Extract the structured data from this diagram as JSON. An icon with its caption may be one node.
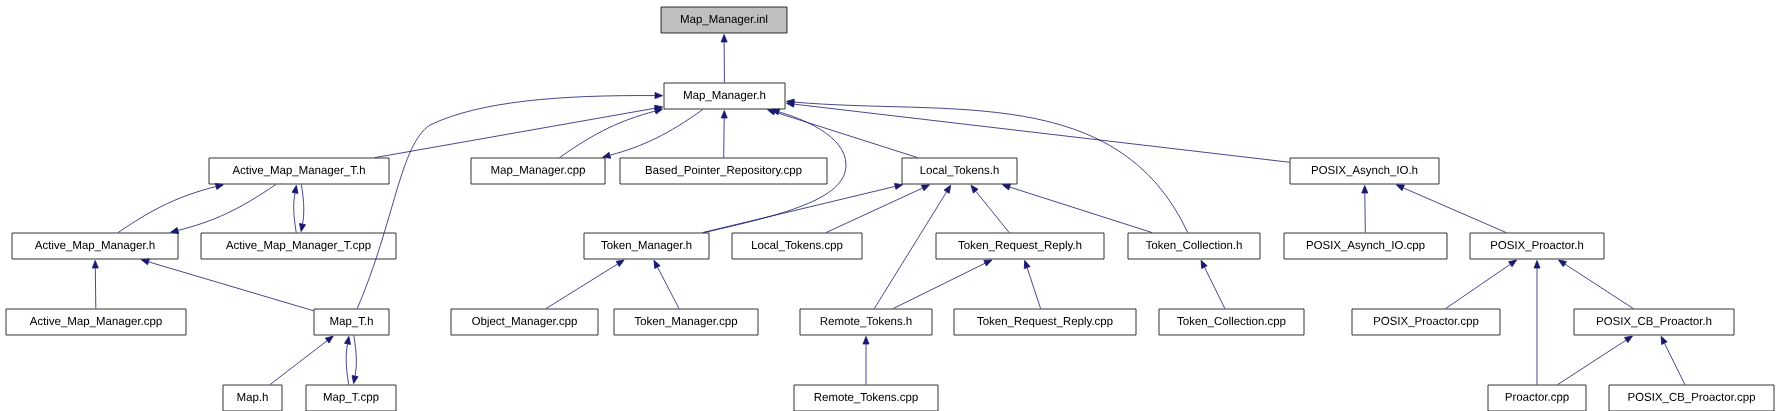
{
  "diagram": {
    "nodes": [
      {
        "text": [
          "Map_Manager.inl"
        ]
      },
      {
        "text": [
          "Map_Manager.h"
        ]
      },
      {
        "text": [
          "Active_Map_Manager_T.h"
        ]
      },
      {
        "text": [
          "Map_Manager.cpp"
        ]
      },
      {
        "text": [
          "Based_Pointer_Repository.cpp"
        ]
      },
      {
        "text": [
          "Local_Tokens.h"
        ]
      },
      {
        "text": [
          "POSIX_Asynch_IO.h"
        ]
      },
      {
        "text": [
          "Active_Map_Manager.h"
        ]
      },
      {
        "text": [
          "Active_Map_Manager_T.cpp"
        ]
      },
      {
        "text": [
          "Token_Manager.h"
        ]
      },
      {
        "text": [
          "Local_Tokens.cpp"
        ]
      },
      {
        "text": [
          "Token_Request_Reply.h"
        ]
      },
      {
        "text": [
          "Token_Collection.h"
        ]
      },
      {
        "text": [
          "POSIX_Asynch_IO.cpp"
        ]
      },
      {
        "text": [
          "POSIX_Proactor.h"
        ]
      },
      {
        "text": [
          "Active_Map_Manager.cpp"
        ]
      },
      {
        "text": [
          "Map_T.h"
        ]
      },
      {
        "text": [
          "Object_Manager.cpp"
        ]
      },
      {
        "text": [
          "Token_Manager.cpp"
        ]
      },
      {
        "text": [
          "Remote_Tokens.h"
        ]
      },
      {
        "text": [
          "Token_Request_Reply.cpp"
        ]
      },
      {
        "text": [
          "Token_Collection.cpp"
        ]
      },
      {
        "text": [
          "POSIX_Proactor.cpp"
        ]
      },
      {
        "text": [
          "POSIX_CB_Proactor.h"
        ]
      },
      {
        "text": [
          "Map.h"
        ]
      },
      {
        "text": [
          "Map_T.cpp"
        ]
      },
      {
        "text": [
          "Remote_Tokens.cpp"
        ]
      },
      {
        "text": [
          "Proactor.cpp"
        ]
      },
      {
        "text": [
          "POSIX_CB_Proactor.cpp"
        ]
      }
    ],
    "edges": [
      {
        "from": 1,
        "to": 0,
        "arrow": "to"
      },
      {
        "from": 2,
        "to": 1,
        "arrow": "to"
      },
      {
        "from": 16,
        "to": 1,
        "arrow": "to"
      },
      {
        "from": 3,
        "to": 1,
        "arrow": "to"
      },
      {
        "from": 1,
        "to": 3,
        "arrow": "to"
      },
      {
        "from": 4,
        "to": 1,
        "arrow": "to"
      },
      {
        "from": 9,
        "to": 1,
        "arrow": "to"
      },
      {
        "from": 5,
        "to": 1,
        "arrow": "to"
      },
      {
        "from": 12,
        "to": 1,
        "arrow": "to"
      },
      {
        "from": 6,
        "to": 1,
        "arrow": "to"
      },
      {
        "from": 7,
        "to": 2,
        "arrow": "to"
      },
      {
        "from": 2,
        "to": 7,
        "arrow": "to"
      },
      {
        "from": 8,
        "to": 2,
        "arrow": "to"
      },
      {
        "from": 2,
        "to": 8,
        "arrow": "to"
      },
      {
        "from": 15,
        "to": 7,
        "arrow": "to"
      },
      {
        "from": 16,
        "to": 7,
        "arrow": "to"
      },
      {
        "from": 17,
        "to": 9,
        "arrow": "to"
      },
      {
        "from": 18,
        "to": 9,
        "arrow": "to"
      },
      {
        "from": 9,
        "to": 5,
        "arrow": "to"
      },
      {
        "from": 10,
        "to": 5,
        "arrow": "to"
      },
      {
        "from": 19,
        "to": 5,
        "arrow": "to"
      },
      {
        "from": 11,
        "to": 5,
        "arrow": "to"
      },
      {
        "from": 12,
        "to": 5,
        "arrow": "to"
      },
      {
        "from": 13,
        "to": 6,
        "arrow": "to"
      },
      {
        "from": 14,
        "to": 6,
        "arrow": "to"
      },
      {
        "from": 24,
        "to": 16,
        "arrow": "to"
      },
      {
        "from": 25,
        "to": 16,
        "arrow": "to"
      },
      {
        "from": 16,
        "to": 25,
        "arrow": "to"
      },
      {
        "from": 19,
        "to": 11,
        "arrow": "to"
      },
      {
        "from": 20,
        "to": 11,
        "arrow": "to"
      },
      {
        "from": 26,
        "to": 19,
        "arrow": "to"
      },
      {
        "from": 21,
        "to": 12,
        "arrow": "to"
      },
      {
        "from": 22,
        "to": 14,
        "arrow": "to"
      },
      {
        "from": 27,
        "to": 14,
        "arrow": "to"
      },
      {
        "from": 23,
        "to": 14,
        "arrow": "to"
      },
      {
        "from": 27,
        "to": 23,
        "arrow": "to"
      },
      {
        "from": 28,
        "to": 23,
        "arrow": "to"
      }
    ]
  }
}
